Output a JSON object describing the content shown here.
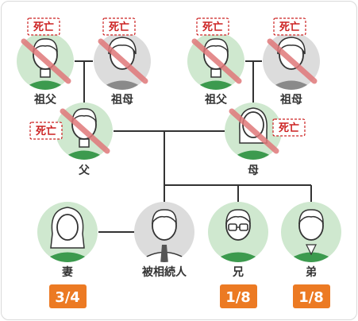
{
  "colors": {
    "green_bg": "#cfe8cf",
    "green_shirt": "#3c9a4e",
    "gray_bg": "#dcdcdc",
    "gray_shirt": "#8a8a8a",
    "line": "#333333",
    "cross": "#e0787a",
    "deceased_red": "#cc2222",
    "share_orange": "#ec7a23"
  },
  "deceased_label": "死亡",
  "people": {
    "paternal_grandfather": {
      "label": "祖父",
      "deceased": true
    },
    "paternal_grandmother": {
      "label": "祖母",
      "deceased": true
    },
    "maternal_grandfather": {
      "label": "祖父",
      "deceased": true
    },
    "maternal_grandmother": {
      "label": "祖母",
      "deceased": true
    },
    "father": {
      "label": "父",
      "deceased": true
    },
    "mother": {
      "label": "母",
      "deceased": true
    },
    "spouse": {
      "label": "妻",
      "share": "3/4"
    },
    "decedent": {
      "label": "被相続人"
    },
    "older_brother": {
      "label": "兄",
      "share": "1/8"
    },
    "younger_brother": {
      "label": "弟",
      "share": "1/8"
    }
  }
}
